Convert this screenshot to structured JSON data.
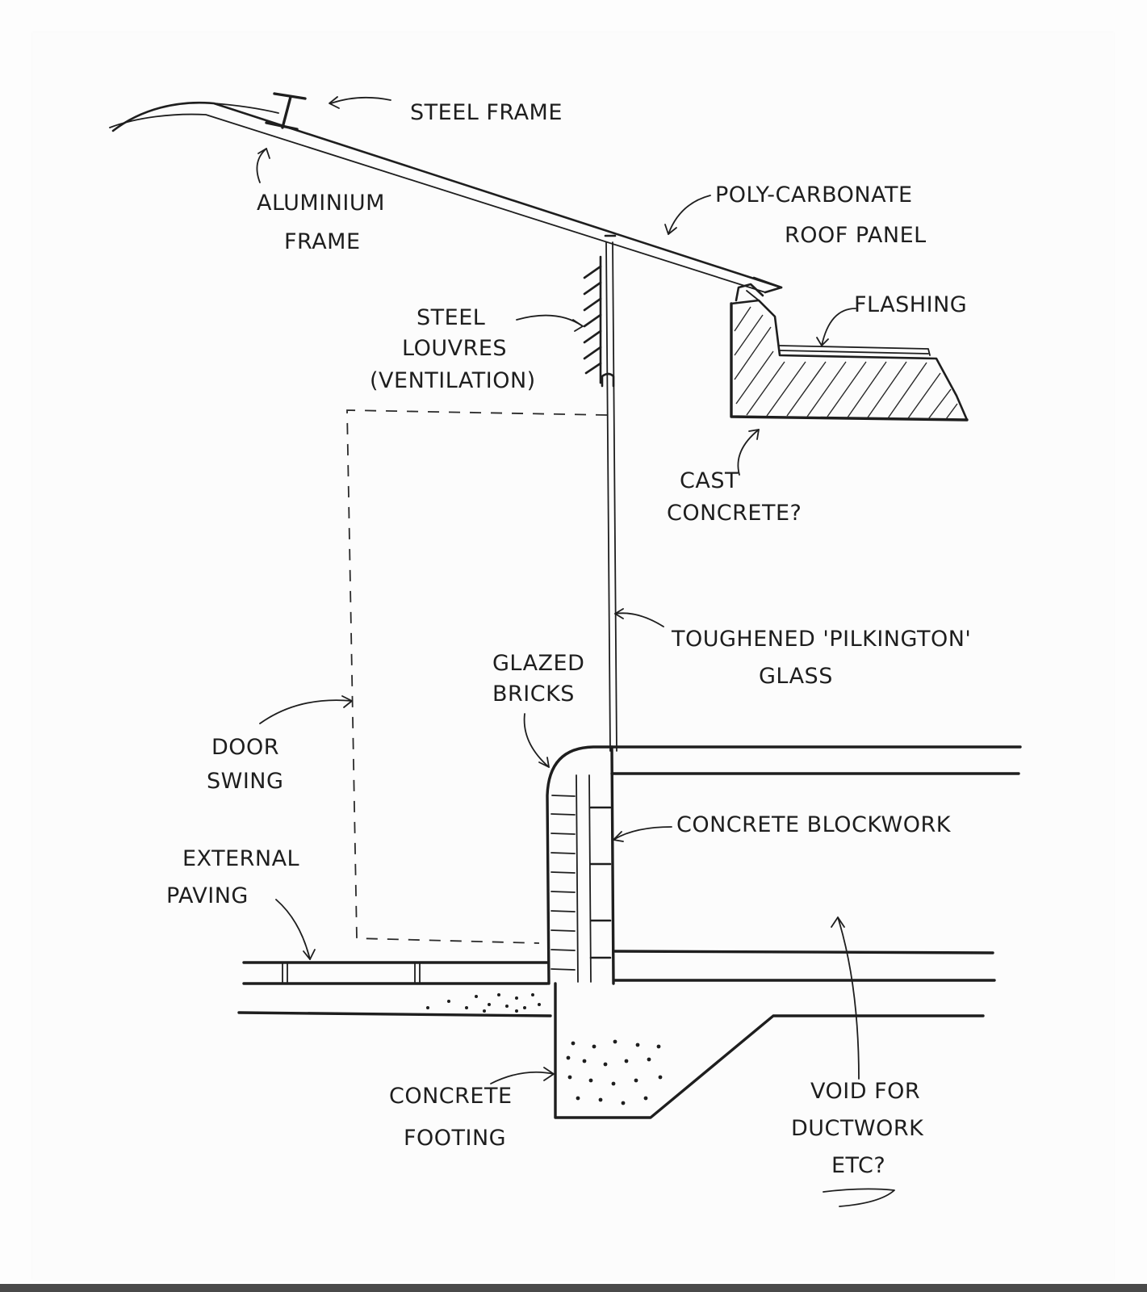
{
  "labels": {
    "steel_frame": "STEEL FRAME",
    "aluminium_frame_1": "ALUMINIUM",
    "aluminium_frame_2": "FRAME",
    "polycarbonate_1": "POLY-CARBONATE",
    "polycarbonate_2": "ROOF PANEL",
    "flashing": "FLASHING",
    "steel_louvres_1": "STEEL",
    "steel_louvres_2": "LOUVRES",
    "steel_louvres_3": "(VENTILATION)",
    "cast_concrete_1": "CAST",
    "cast_concrete_2": "CONCRETE?",
    "toughened_glass_1": "TOUGHENED 'PILKINGTON'",
    "toughened_glass_2": "GLASS",
    "glazed_bricks_1": "GLAZED",
    "glazed_bricks_2": "BRICKS",
    "door_swing_1": "DOOR",
    "door_swing_2": "SWING",
    "concrete_blockwork": "CONCRETE BLOCKWORK",
    "external_paving_1": "EXTERNAL",
    "external_paving_2": "PAVING",
    "concrete_footing_1": "CONCRETE",
    "concrete_footing_2": "FOOTING",
    "void_ductwork_1": "VOID FOR",
    "void_ductwork_2": "DUCTWORK",
    "void_ductwork_3": "ETC?"
  },
  "colors": {
    "ink": "#1e1e1e",
    "paper": "#fcfcfc"
  }
}
